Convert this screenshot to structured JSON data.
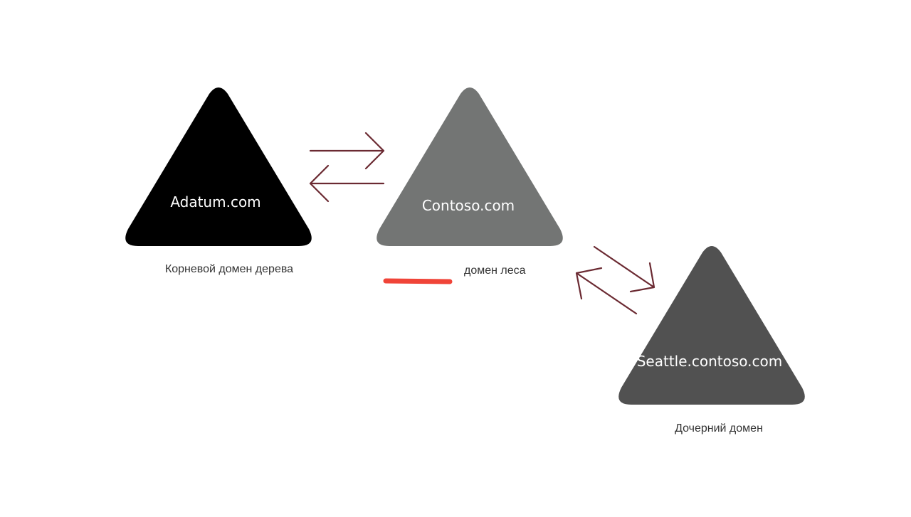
{
  "colors": {
    "background": "#ffffff",
    "arrow": "#6b2a32",
    "highlight": "#f04438",
    "caption_text": "#333333"
  },
  "domains": [
    {
      "name": "Adatum.com",
      "caption": "Корневой домен дерева",
      "fill": "#000000"
    },
    {
      "name": "Contoso.com",
      "caption": "домен леса",
      "fill": "#737574"
    },
    {
      "name": "Seattle.contoso.com",
      "caption": "Дочерний домен",
      "fill": "#515151"
    }
  ],
  "trusts": [
    {
      "from": "Adatum.com",
      "to": "Contoso.com",
      "direction": "two-way"
    },
    {
      "from": "Contoso.com",
      "to": "Seattle.contoso.com",
      "direction": "two-way"
    }
  ],
  "annotations": {
    "forest_caption_prefix_redacted": true
  }
}
